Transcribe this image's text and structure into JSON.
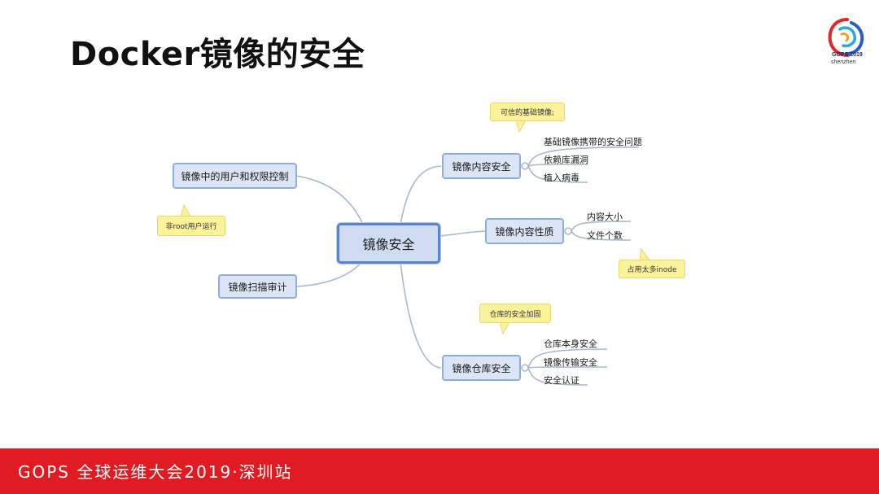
{
  "slide": {
    "title": "Docker镜像的安全",
    "logo_brand": "GOPS 2019",
    "logo_city": "shenzhen",
    "footer": "GOPS 全球运维大会2019·深圳站"
  },
  "mindmap": {
    "root": "镜像安全",
    "branches": {
      "user_perm": "镜像中的用户和权限控制",
      "scan_audit": "镜像扫描审计",
      "content_security": "镜像内容安全",
      "content_nature": "镜像内容性质",
      "repo_security": "镜像仓库安全"
    },
    "leaves": {
      "base_image_issues": "基础镜像携带的安全问题",
      "dependency_vuln": "依赖库漏洞",
      "implant_virus": "植入病毒",
      "content_size": "内容大小",
      "file_count": "文件个数",
      "repo_self": "仓库本身安全",
      "image_transfer": "镜像传输安全",
      "auth": "安全认证"
    },
    "notes": {
      "trusted_base": "可信的基础镜像;",
      "non_root": "非root用户运行",
      "inode": "占用太多inode",
      "repo_hardening": "仓库的安全加固"
    },
    "colors": {
      "node_fill": "#dbe5f6",
      "node_border": "#8eaede",
      "root_border": "#5a86c9",
      "note_fill": "#fbf29a",
      "link": "#aab8cc",
      "footer": "#e01c22"
    }
  }
}
